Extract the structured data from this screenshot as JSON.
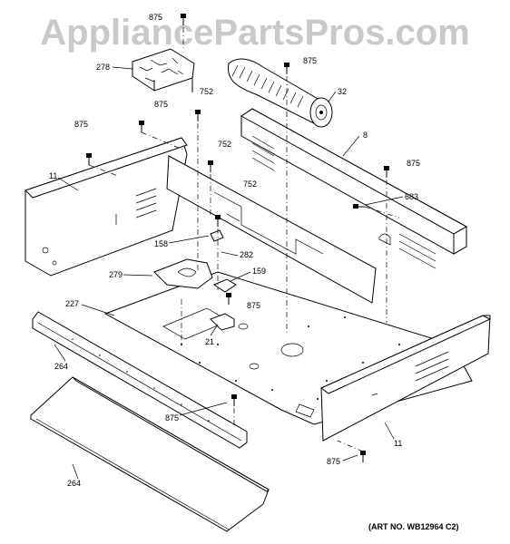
{
  "watermark": "AppliancePartsPros.com",
  "art_number": "(ART NO. WB12964 C2)",
  "part_labels": {
    "p875_top": "875",
    "p278": "278",
    "p875_fan": "875",
    "p32": "32",
    "p752_a": "752",
    "p875_left_a": "875",
    "p875_left_b": "875",
    "p752_b": "752",
    "p8": "8",
    "p875_right": "875",
    "p11_left": "11",
    "p752_c": "752",
    "p683": "683",
    "p158": "158",
    "p282": "282",
    "p279": "279",
    "p159": "159",
    "p875_mid": "875",
    "p227": "227",
    "p21": "21",
    "p264_a": "264",
    "p875_low": "875",
    "p11_right": "11",
    "p264_b": "264",
    "p875_bottom": "875"
  }
}
